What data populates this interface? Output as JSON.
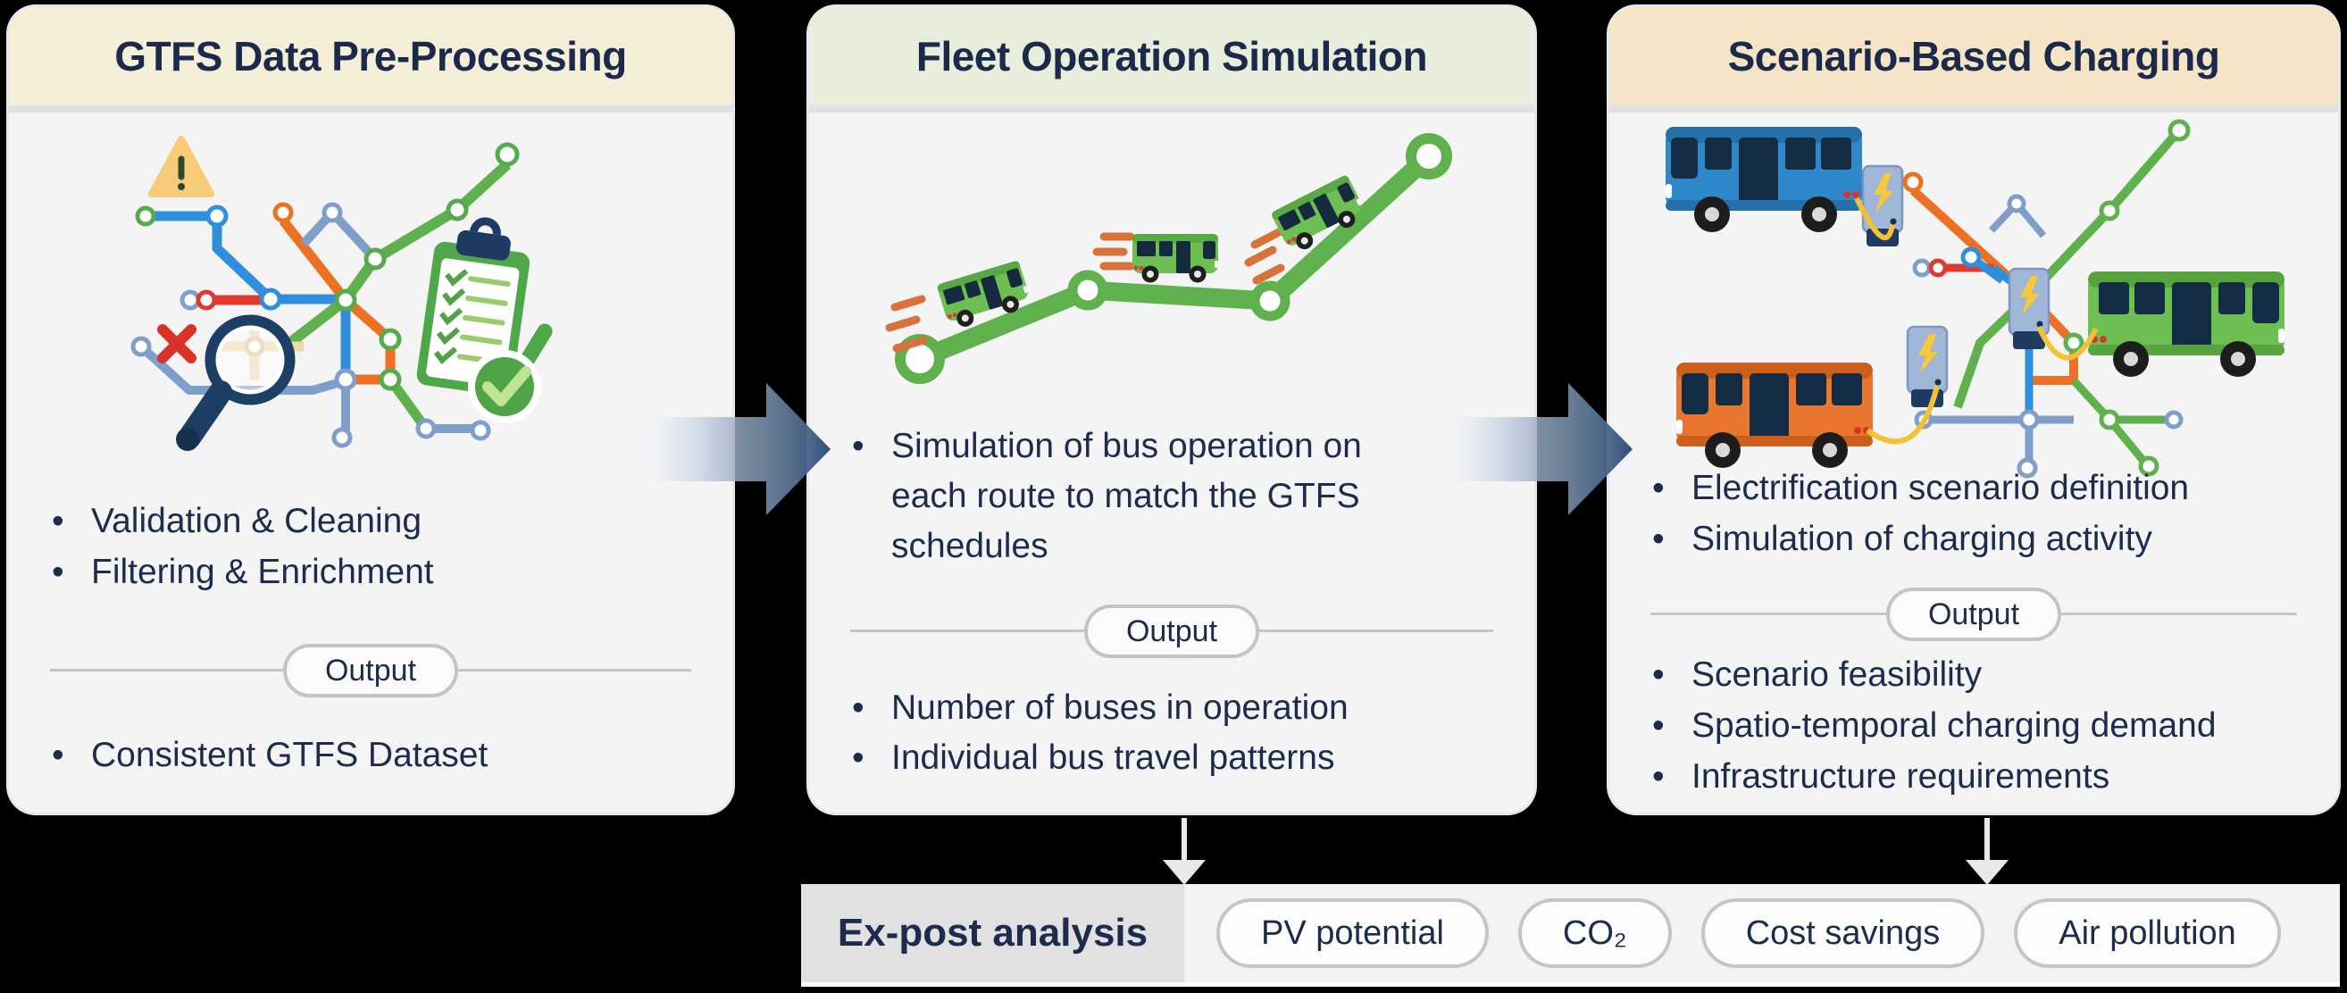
{
  "figure": {
    "kind": "methodology-flow-diagram",
    "stages_flow": "GTFS Data Pre-Processing → Fleet Operation Simulation → Scenario-Based Charging → Ex-post analysis"
  },
  "cards": [
    {
      "title": "GTFS Data Pre-Processing",
      "header_color": "#f5eed8",
      "illustration": "transit-map-being-validated",
      "illustration_icons": [
        "warning-triangle-icon",
        "transit-map",
        "error-cross-icon",
        "magnifier-icon",
        "checklist-clipboard-icon",
        "check-badge-icon"
      ],
      "inputs": [
        "Validation & Cleaning",
        "Filtering & Enrichment"
      ],
      "output_label": "Output",
      "outputs": [
        "Consistent GTFS Dataset"
      ]
    },
    {
      "title": "Fleet Operation Simulation",
      "header_color": "#e9eddb",
      "illustration": "green-buses-driving-along-route-polyline",
      "illustration_icons": [
        "route-polyline",
        "bus-green-icon",
        "speed-dashes"
      ],
      "inputs": [
        "Simulation of bus operation on each route to match the GTFS schedules"
      ],
      "output_label": "Output",
      "outputs": [
        "Number of buses in operation",
        "Individual bus travel patterns"
      ]
    },
    {
      "title": "Scenario-Based Charging",
      "header_color": "#f6e4c6",
      "illustration": "electric-buses-charging-on-transit-network",
      "illustration_icons": [
        "bus-blue-icon",
        "bus-orange-icon",
        "bus-green-icon",
        "charging-station-icon",
        "charging-cable",
        "transit-map"
      ],
      "inputs": [
        "Electrification scenario definition",
        "Simulation of charging activity"
      ],
      "output_label": "Output",
      "outputs": [
        "Scenario feasibility",
        "Spatio-temporal charging demand",
        "Infrastructure requirements"
      ]
    }
  ],
  "bottom_bar": {
    "label": "Ex-post analysis",
    "pills": [
      "PV potential",
      "CO₂",
      "Cost savings",
      "Air pollution"
    ]
  },
  "icons": {
    "stage-arrow-icon": "gradient right arrow ➜",
    "down-arrow-icon": "light gray down arrow ↓",
    "warning-triangle-icon": "⚠",
    "error-cross-icon": "✕",
    "magnifier-icon": "magnifying glass",
    "checklist-clipboard-icon": "clipboard with green checklist",
    "check-badge-icon": "green circle with check ✓",
    "charging-station-icon": "charging pillar with ⚡ bolt"
  },
  "colors": {
    "background": "#000000",
    "card_bg": "#f4f4f5",
    "card_border": "#e7e7e9",
    "header_cream": "#f5eed8",
    "header_sage": "#e9eddb",
    "header_tan": "#f6e4c6",
    "title_text": "#1b2a4a",
    "body_text": "#1d2c4d",
    "divider": "#c6c6c6",
    "pill_border": "#c4c4c4",
    "stage_arrow_dark": "#2e4e78",
    "down_arrow": "#e9e9e9",
    "bar_left_bg": "#e1e1e2",
    "bar_right_bg": "#f3f3f4",
    "route_green": "#5fb14d",
    "route_blue": "#2f8fde",
    "route_orange": "#ec7123",
    "route_red": "#e03a30",
    "route_slate": "#7f9fca",
    "bus_blue": "#2f88c9",
    "bus_orange": "#e9762e",
    "bus_green": "#6cbf50",
    "charge_yellow": "#f6c83c"
  }
}
